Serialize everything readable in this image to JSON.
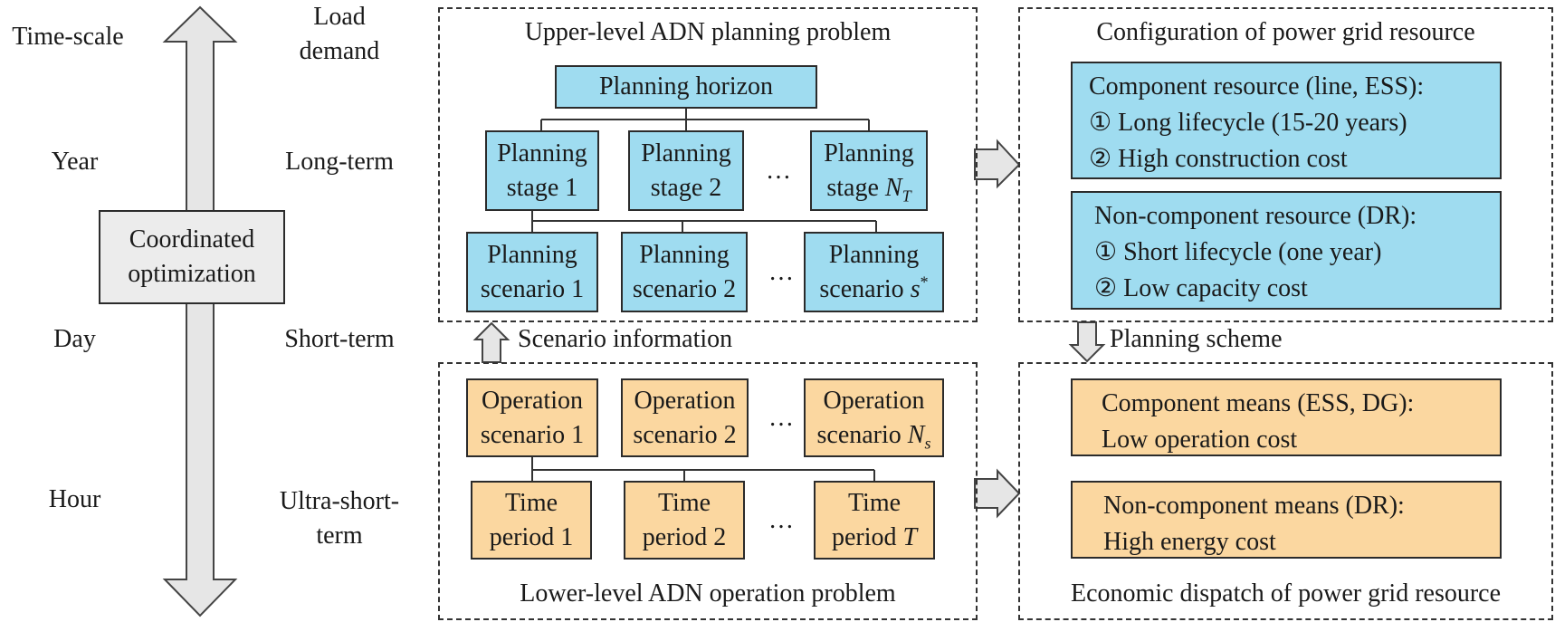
{
  "left_axis": {
    "time_scale_label": "Time-scale",
    "load_demand_label": [
      "Load",
      "demand"
    ],
    "rows": [
      {
        "scale": "Year",
        "demand": "Long-term"
      },
      {
        "scale": "Day",
        "demand": "Short-term"
      },
      {
        "scale": "Hour",
        "demand": [
          "Ultra-short-",
          "term"
        ]
      }
    ],
    "center_box": [
      "Coordinated",
      "optimization"
    ]
  },
  "upper_panel": {
    "title": "Upper-level ADN planning problem",
    "root": "Planning horizon",
    "stages": [
      [
        "Planning",
        "stage 1"
      ],
      [
        "Planning",
        "stage 2"
      ],
      [
        "Planning",
        "stage",
        "N",
        "T"
      ]
    ],
    "scenarios": [
      [
        "Planning",
        "scenario 1"
      ],
      [
        "Planning",
        "scenario 2"
      ],
      [
        "Planning",
        "scenario",
        "s",
        "*"
      ]
    ],
    "ellipsis": "…"
  },
  "lower_panel": {
    "title": "Lower-level ADN operation problem",
    "scenarios": [
      [
        "Operation",
        "scenario 1"
      ],
      [
        "Operation",
        "scenario 2"
      ],
      [
        "Operation",
        "scenario",
        "N",
        "s"
      ]
    ],
    "periods": [
      [
        "Time",
        "period 1"
      ],
      [
        "Time",
        "period 2"
      ],
      [
        "Time",
        "period",
        "T"
      ]
    ],
    "ellipsis": "…"
  },
  "scenario_information_label": "Scenario information",
  "planning_scheme_label": "Planning scheme",
  "config_panel": {
    "title": "Configuration of power grid resource",
    "component": [
      "Component resource (line, ESS):",
      "① Long lifecycle (15-20 years)",
      "② High construction cost"
    ],
    "non_component": [
      "Non-component resource (DR):",
      "① Short lifecycle (one year)",
      "② Low capacity cost"
    ]
  },
  "dispatch_panel": {
    "title": "Economic dispatch of power grid resource",
    "component": [
      "Component means (ESS, DG):",
      "Low operation cost"
    ],
    "non_component": [
      "Non-component means (DR):",
      "High energy cost"
    ]
  },
  "colors": {
    "planning_fill": "#9fdcf0",
    "operation_fill": "#fbd7a0",
    "neutral_fill": "#ececec",
    "arrow_fill": "#e6e6e6"
  }
}
